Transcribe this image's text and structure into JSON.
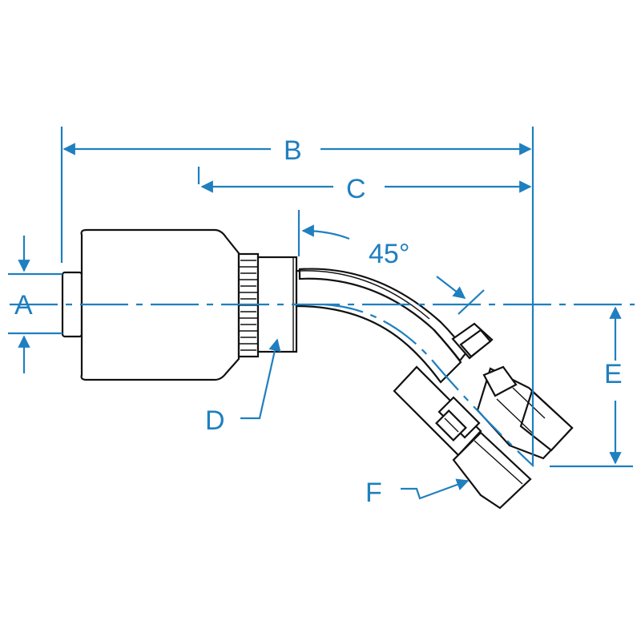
{
  "diagram": {
    "accent_color": "#1f7fbf",
    "line_color": "#111111",
    "labels": {
      "a": "A",
      "b": "B",
      "c": "C",
      "d": "D",
      "e": "E",
      "f": "F",
      "angle": "45°"
    }
  }
}
